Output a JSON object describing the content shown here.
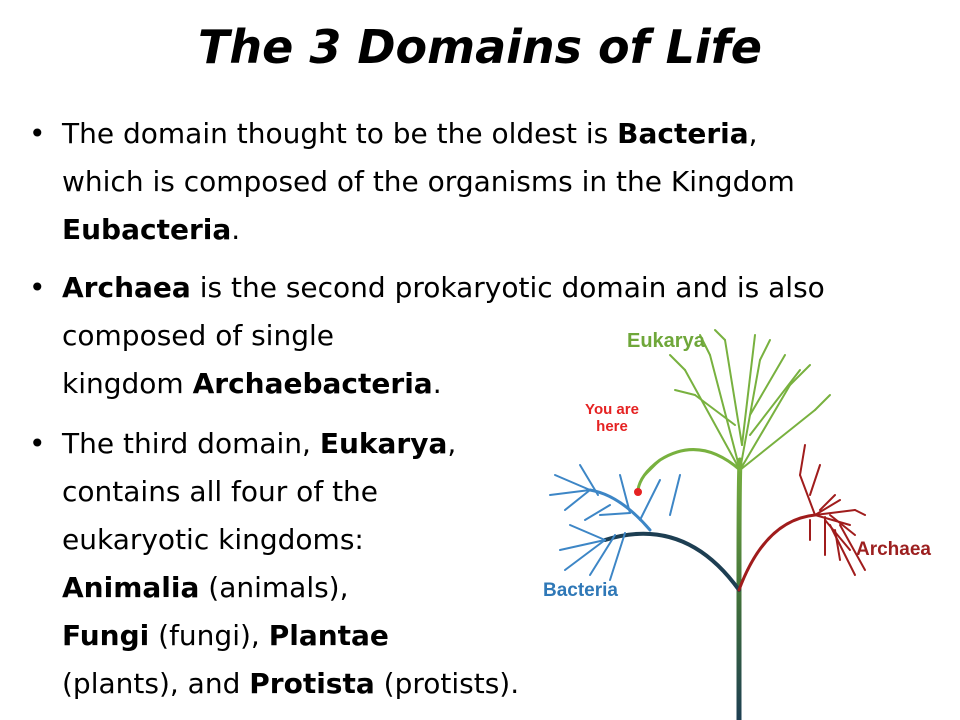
{
  "title": "The 3 Domains of Life",
  "bullets": [
    {
      "lines": [
        [
          {
            "t": "The domain thought to be the oldest is "
          },
          {
            "t": "Bacteria",
            "b": true
          },
          {
            "t": ","
          }
        ],
        [
          {
            "t": "which is composed of the organisms in the Kingdom"
          }
        ],
        [
          {
            "t": "Eubacteria",
            "b": true
          },
          {
            "t": "."
          }
        ]
      ]
    },
    {
      "lines": [
        [
          {
            "t": "Archaea",
            "b": true
          },
          {
            "t": " is the second prokaryotic domain and is also"
          }
        ],
        [
          {
            "t": "composed of single"
          }
        ],
        [
          {
            "t": "kingdom "
          },
          {
            "t": "Archaebacteria",
            "b": true
          },
          {
            "t": "."
          }
        ]
      ]
    },
    {
      "lines": [
        [
          {
            "t": "The third domain, "
          },
          {
            "t": "Eukarya",
            "b": true
          },
          {
            "t": ","
          }
        ],
        [
          {
            "t": "contains all four of the"
          }
        ],
        [
          {
            "t": "eukaryotic kingdoms:"
          }
        ],
        [
          {
            "t": "Animalia",
            "b": true
          },
          {
            "t": " (animals),"
          }
        ],
        [
          {
            "t": "Fungi",
            "b": true
          },
          {
            "t": " (fungi), "
          },
          {
            "t": "Plantae",
            "b": true
          }
        ],
        [
          {
            "t": "(plants), and "
          },
          {
            "t": "Protista",
            "b": true
          },
          {
            "t": " (protists)."
          }
        ]
      ]
    }
  ],
  "tree": {
    "labels": {
      "eukarya": "Eukarya",
      "you_are_here": "You are here",
      "archaea": "Archaea",
      "bacteria": "Bacteria"
    },
    "colors": {
      "eukarya": "#78b13f",
      "archaea": "#a01c1c",
      "bacteria": "#3d86c6",
      "trunk": "#1d3e52",
      "marker": "#e52222"
    }
  }
}
